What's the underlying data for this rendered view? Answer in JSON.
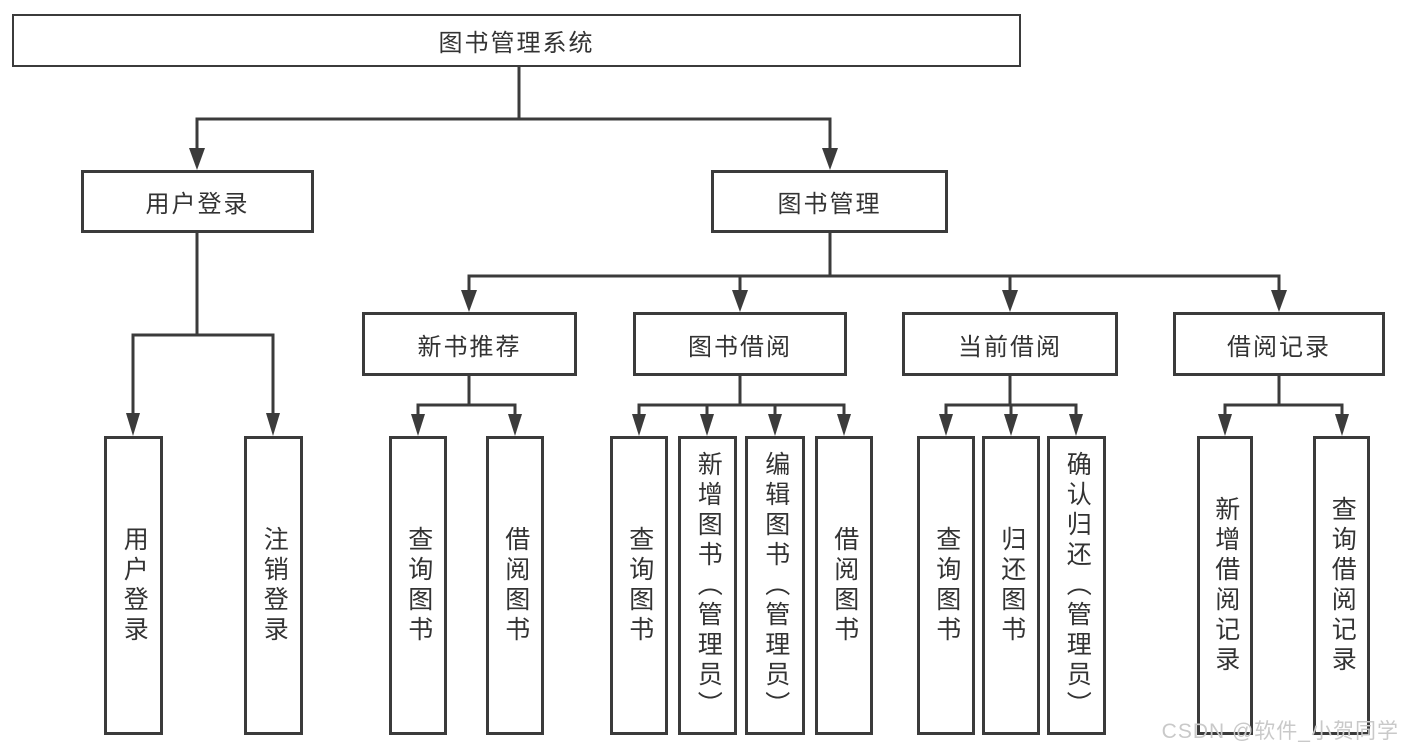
{
  "tree": {
    "root": {
      "label": "图书管理系统"
    },
    "level2": [
      {
        "label": "用户登录"
      },
      {
        "label": "图书管理"
      }
    ],
    "level3": [
      {
        "label": "新书推荐"
      },
      {
        "label": "图书借阅"
      },
      {
        "label": "当前借阅"
      },
      {
        "label": "借阅记录"
      }
    ],
    "leaves": {
      "user_login": [
        {
          "label": "用户登录"
        },
        {
          "label": "注销登录"
        }
      ],
      "new_book_recommend": [
        {
          "label": "查询图书"
        },
        {
          "label": "借阅图书"
        }
      ],
      "book_borrowing": [
        {
          "label": "查询图书"
        },
        {
          "label": "新增图书（管理员）"
        },
        {
          "label": "编辑图书（管理员）"
        },
        {
          "label": "借阅图书"
        }
      ],
      "current_borrowing": [
        {
          "label": "查询图书"
        },
        {
          "label": "归还图书"
        },
        {
          "label": "确认归还（管理员）"
        }
      ],
      "borrowing_records": [
        {
          "label": "新增借阅记录"
        },
        {
          "label": "查询借阅记录"
        }
      ]
    }
  },
  "watermark": {
    "text": "CSDN @软件_小贺同学"
  },
  "colors": {
    "line": "#3b3b3b",
    "text": "#333333",
    "watermark": "#c9c9c9",
    "background": "#ffffff"
  }
}
